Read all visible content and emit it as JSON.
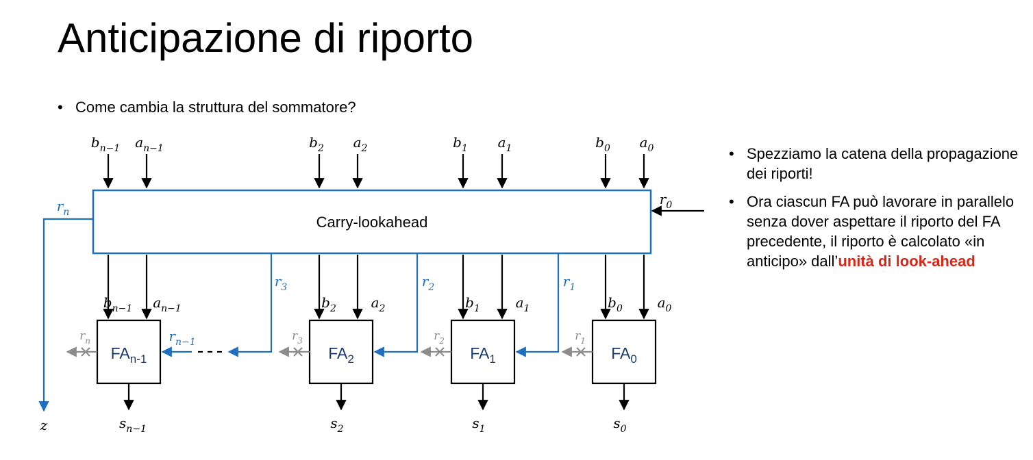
{
  "title": "Anticipazione di riporto",
  "intro_bullet": "Come cambia la struttura del sommatore?",
  "side_bullets": [
    {
      "text": "Spezziamo la catena della propagazione dei riporti!"
    },
    {
      "text": "Ora ciascun FA può lavorare in parallelo senza dover aspettare il riporto del FA precedente, il riporto è calcolato «in anticipo» dall’",
      "highlight": "unità di look-ahead"
    }
  ],
  "colors": {
    "wire": "#000000",
    "carry": "#1f6fbf",
    "disabled": "#8c8c8c",
    "highlight": "#d62718"
  },
  "diagram": {
    "lookahead_label": "Carry-lookahead",
    "carry_in": {
      "base": "r",
      "sub": "0"
    },
    "carry_out": {
      "base": "r",
      "sub": "n"
    },
    "overflow_label": "z",
    "adders": [
      {
        "label_base": "FA",
        "label_sub": "n-1",
        "in_b": {
          "base": "b",
          "sub": "n−1"
        },
        "in_a": {
          "base": "a",
          "sub": "n−1"
        },
        "sum": {
          "base": "s",
          "sub": "n−1"
        },
        "disabled_carry": {
          "base": "r",
          "sub": "n"
        },
        "carry_in": {
          "base": "r",
          "sub": "n−1"
        }
      },
      {
        "label_base": "FA",
        "label_sub": "2",
        "in_b": {
          "base": "b",
          "sub": "2"
        },
        "in_a": {
          "base": "a",
          "sub": "2"
        },
        "sum": {
          "base": "s",
          "sub": "2"
        },
        "disabled_carry": {
          "base": "r",
          "sub": "3"
        },
        "carry_in": {
          "base": "r",
          "sub": "2"
        }
      },
      {
        "label_base": "FA",
        "label_sub": "1",
        "in_b": {
          "base": "b",
          "sub": "1"
        },
        "in_a": {
          "base": "a",
          "sub": "1"
        },
        "sum": {
          "base": "s",
          "sub": "1"
        },
        "disabled_carry": {
          "base": "r",
          "sub": "2"
        },
        "carry_in": {
          "base": "r",
          "sub": "1"
        }
      },
      {
        "label_base": "FA",
        "label_sub": "0",
        "in_b": {
          "base": "b",
          "sub": "0"
        },
        "in_a": {
          "base": "a",
          "sub": "0"
        },
        "sum": {
          "base": "s",
          "sub": "0"
        },
        "disabled_carry": {
          "base": "r",
          "sub": "1"
        },
        "carry_in": null
      }
    ],
    "gap_carry": {
      "base": "r",
      "sub": "3"
    }
  }
}
